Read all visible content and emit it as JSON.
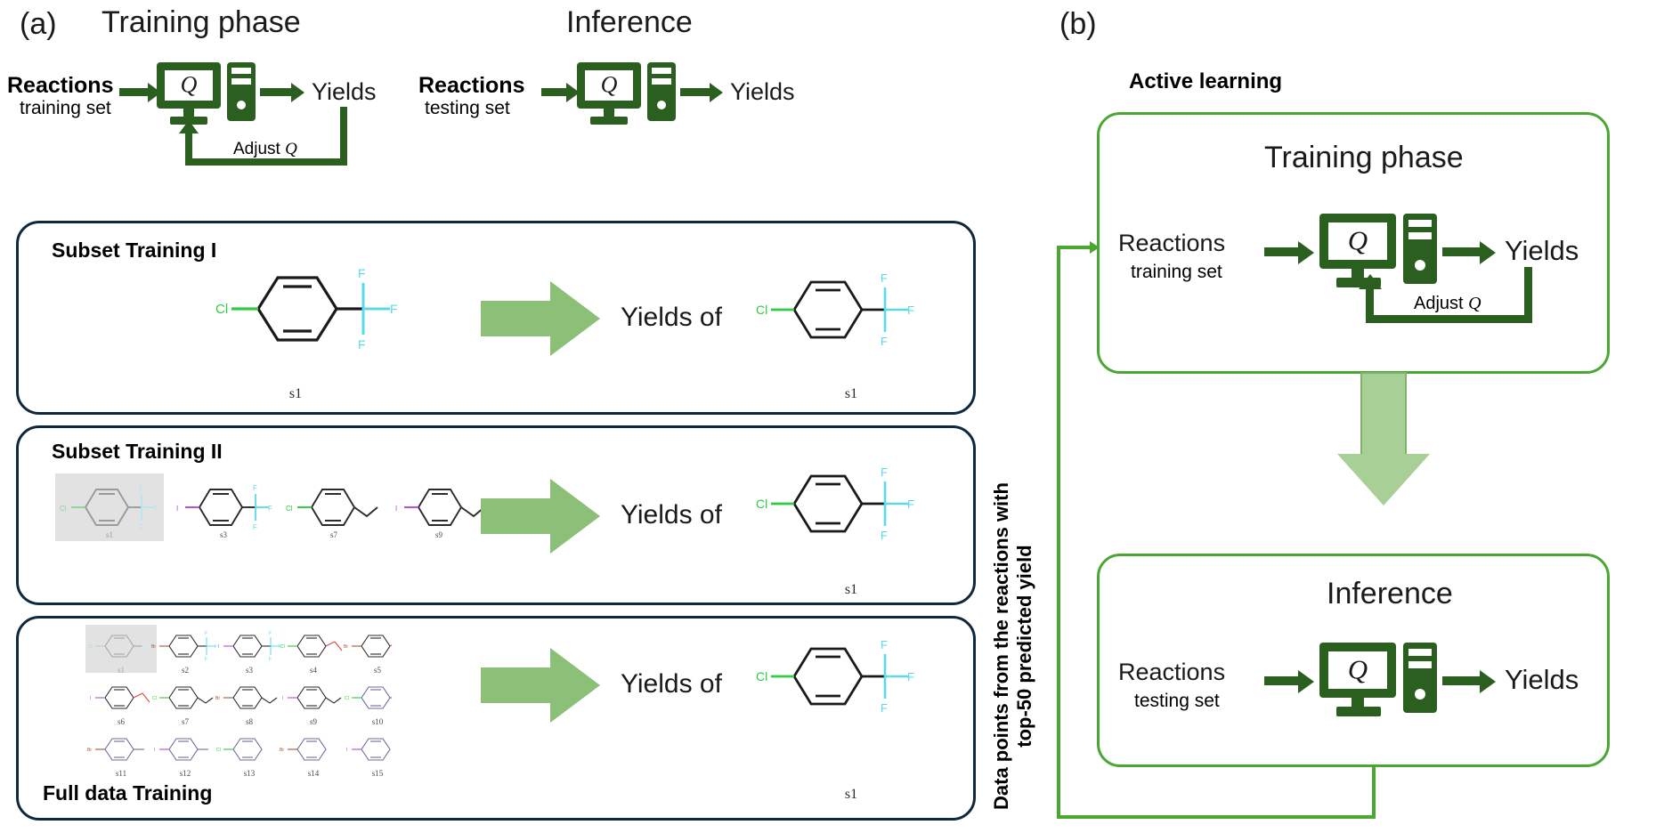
{
  "panel_a": {
    "letter": "(a)",
    "training_title": "Training phase",
    "inference_title": "Inference",
    "train_flow": {
      "reactions_label": "Reactions",
      "reactions_sub": "training set",
      "model_letter": "Q",
      "yields_label": "Yields",
      "feedback_label": "Adjust Q",
      "feedback_label_prefix": "Adjust ",
      "feedback_label_italic": "Q"
    },
    "infer_flow": {
      "reactions_label": "Reactions",
      "reactions_sub": "testing set",
      "model_letter": "Q",
      "yields_label": "Yields"
    },
    "boxes": [
      {
        "title": "Subset Training I",
        "arrow_text": "Yields of",
        "train_molecules": [
          {
            "tag": "s1",
            "highlight": false,
            "left_group": "Cl",
            "right_group": "CF3"
          }
        ],
        "target_molecule": {
          "tag": "s1",
          "left_group": "Cl",
          "right_group": "CF3"
        }
      },
      {
        "title": "Subset Training II",
        "arrow_text": "Yields of",
        "train_molecules": [
          {
            "tag": "s1",
            "highlight": true,
            "left_group": "Cl",
            "right_group": "CF3"
          },
          {
            "tag": "s3",
            "highlight": false,
            "left_group": "I",
            "right_group": "CF3"
          },
          {
            "tag": "s7",
            "highlight": false,
            "left_group": "Cl",
            "right_group": "Et"
          },
          {
            "tag": "s9",
            "highlight": false,
            "left_group": "I",
            "right_group": "Et"
          }
        ],
        "target_molecule": {
          "tag": "s1",
          "left_group": "Cl",
          "right_group": "CF3"
        }
      },
      {
        "title": "Full data Training",
        "arrow_text": "Yields of",
        "grid_rows": [
          [
            {
              "tag": "s1",
              "highlight": true,
              "left_group": "Cl",
              "right_group": "CF3"
            },
            {
              "tag": "s2",
              "highlight": false,
              "left_group": "Br",
              "right_group": "CF3"
            },
            {
              "tag": "s3",
              "highlight": false,
              "left_group": "I",
              "right_group": "CF3"
            },
            {
              "tag": "s4",
              "highlight": false,
              "left_group": "Cl",
              "right_group": "OMe"
            },
            {
              "tag": "s5",
              "highlight": false,
              "left_group": "Br",
              "right_group": "OMe"
            }
          ],
          [
            {
              "tag": "s6",
              "highlight": false,
              "left_group": "I",
              "right_group": "OMe"
            },
            {
              "tag": "s7",
              "highlight": false,
              "left_group": "Cl",
              "right_group": "Et"
            },
            {
              "tag": "s8",
              "highlight": false,
              "left_group": "Br",
              "right_group": "Et"
            },
            {
              "tag": "s9",
              "highlight": false,
              "left_group": "I",
              "right_group": "Et"
            },
            {
              "tag": "s10",
              "highlight": false,
              "left_group": "Cl",
              "right_group": "Me"
            }
          ],
          [
            {
              "tag": "s11",
              "highlight": false,
              "left_group": "Br",
              "right_group": "Me"
            },
            {
              "tag": "s12",
              "highlight": false,
              "left_group": "I",
              "right_group": "Me"
            },
            {
              "tag": "s13",
              "highlight": false,
              "left_group": "Cl",
              "right_group": "H"
            },
            {
              "tag": "s14",
              "highlight": false,
              "left_group": "Br",
              "right_group": "H"
            },
            {
              "tag": "s15",
              "highlight": false,
              "left_group": "I",
              "right_group": "H"
            }
          ]
        ],
        "target_molecule": {
          "tag": "s1",
          "left_group": "Cl",
          "right_group": "CF3"
        }
      }
    ]
  },
  "panel_b": {
    "letter": "(b)",
    "active_learning_label": "Active learning",
    "feedback_caption_line1": "Data points from the reactions with",
    "feedback_caption_line2": "top-50 predicted yield",
    "training": {
      "title": "Training phase",
      "reactions_label": "Reactions",
      "reactions_sub": "training set",
      "model_letter": "Q",
      "yields_label": "Yields",
      "feedback_label_prefix": "Adjust ",
      "feedback_label_italic": "Q"
    },
    "inference": {
      "title": "Inference",
      "reactions_label": "Reactions",
      "reactions_sub": "testing set",
      "model_letter": "Q",
      "yields_label": "Yields"
    }
  },
  "colors": {
    "dark_green": "#2b5f1f",
    "bright_green": "#4aa832",
    "pale_green": "#8cbf77",
    "navy": "#10283c",
    "chlorine": "#2ecc40",
    "fluorine": "#5ad9e8",
    "iodine": "#b44ad4",
    "bromine": "#a0522d",
    "oxygen": "#e8453c",
    "carbon": "#2b2b2b"
  }
}
